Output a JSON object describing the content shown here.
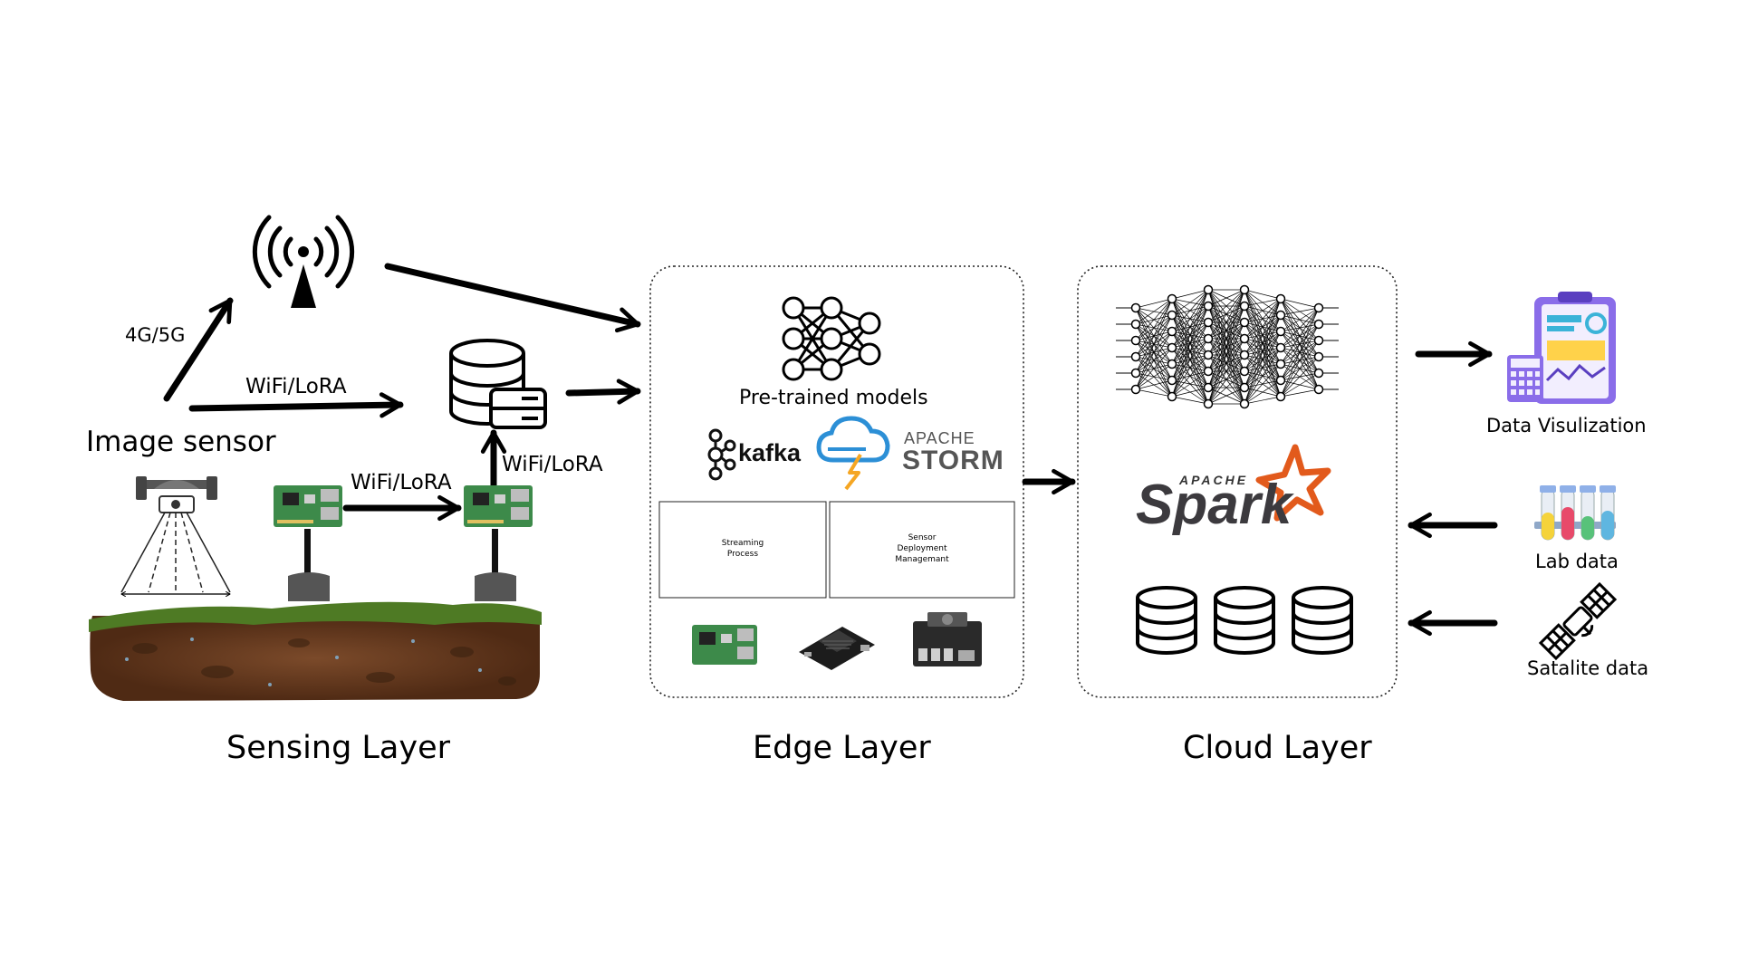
{
  "labels": {
    "image_sensor": "Image sensor",
    "link_4g5g": "4G/5G",
    "link_wifi_lora_top": "WiFi/LoRA",
    "link_wifi_lora_mid": "WiFi/LoRA",
    "link_wifi_lora_up": "WiFi/LoRA"
  },
  "layers": {
    "sensing": "Sensing Layer",
    "edge": "Edge Layer",
    "cloud": "Cloud Layer"
  },
  "edge": {
    "pretrained_models": "Pre-trained models",
    "kafka_logo": "kafka",
    "storm_logo_top": "APACHE",
    "storm_logo_bottom": "STORM",
    "streaming_box_line1": "Streaming",
    "streaming_box_line2": "Process",
    "sensor_box_line1": "Sensor",
    "sensor_box_line2": "Deployment",
    "sensor_box_line3": "Managemant"
  },
  "cloud": {
    "spark_logo_top": "APACHE",
    "spark_logo_main": "Spark"
  },
  "right": {
    "data_visualization": "Data Visulization",
    "lab_data": "Lab data",
    "satellite_data": "Satalite data"
  },
  "colors": {
    "soil": "#5a3219",
    "grass": "#4e7a24",
    "spark_orange": "#e25a1c",
    "storm_blue": "#2c8fd6",
    "storm_orange": "#f5a623",
    "board_green": "#3d8a4a",
    "dashboard_purple": "#8a6de9"
  },
  "icons": [
    "antenna-icon",
    "database-server-icon",
    "drone-camera-icon",
    "raspberry-pi-icon",
    "neural-network-icon",
    "kafka-icon",
    "storm-icon",
    "jetson-nano-icon",
    "jetson-orin-icon",
    "spark-icon",
    "database-icon",
    "dashboard-icon",
    "lab-tubes-icon",
    "satellite-icon"
  ]
}
